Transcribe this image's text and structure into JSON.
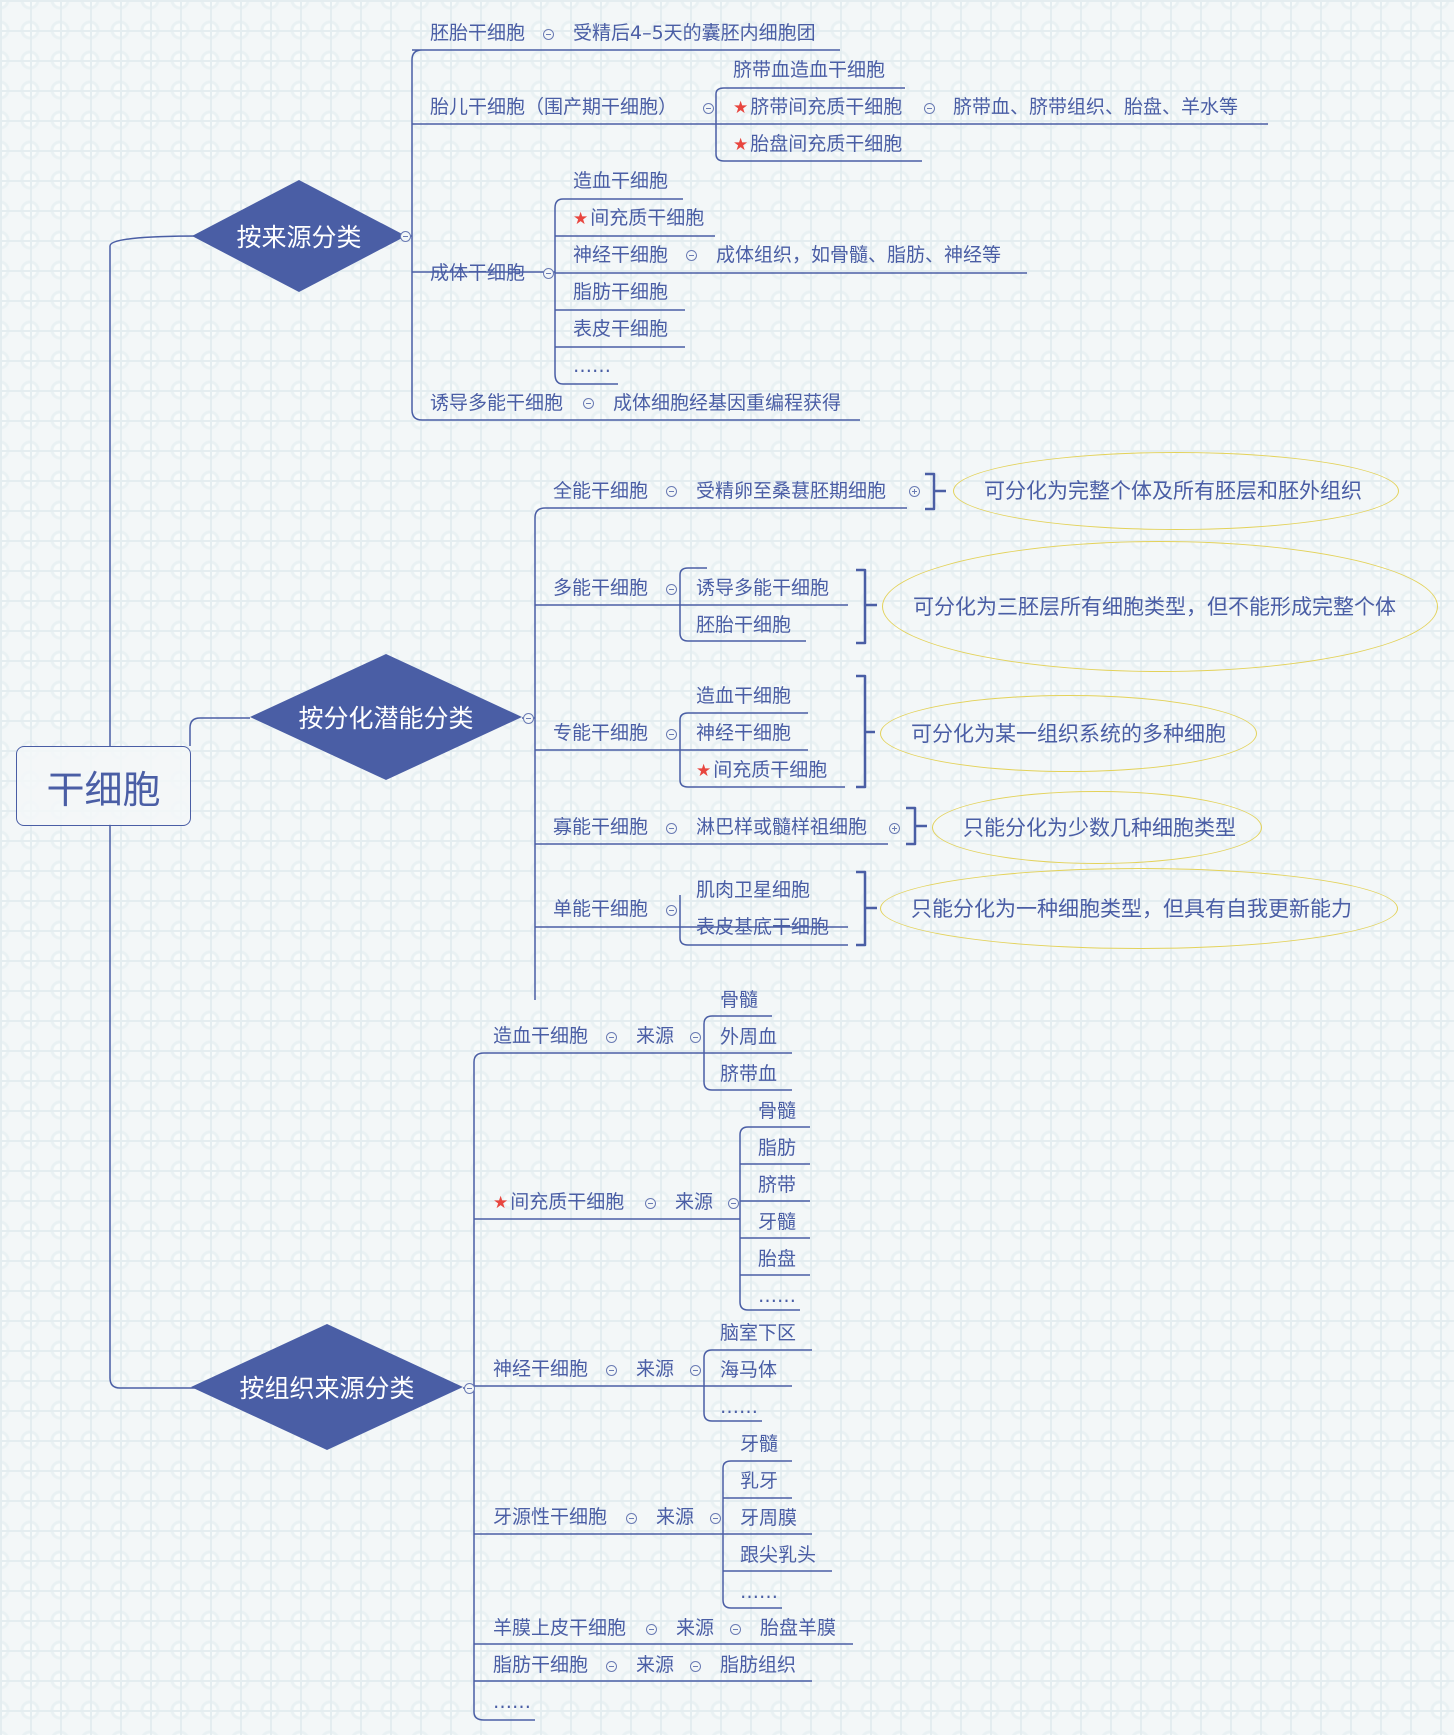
{
  "root": {
    "label": "干细胞"
  },
  "branches": {
    "source": {
      "label": "按来源分类",
      "embryonic": {
        "label": "胚胎干细胞",
        "detail": "受精后4–5天的囊胚内细胞团"
      },
      "fetal": {
        "label": "胎儿干细胞（围产期干细胞）",
        "children": [
          {
            "label": "脐带血造血干细胞",
            "starred": false
          },
          {
            "label": "脐带间充质干细胞",
            "starred": true,
            "detail": "脐带血、脐带组织、胎盘、羊水等"
          },
          {
            "label": "胎盘间充质干细胞",
            "starred": true
          }
        ]
      },
      "adult": {
        "label": "成体干细胞",
        "children": [
          {
            "label": "造血干细胞"
          },
          {
            "label": "间充质干细胞",
            "starred": true
          },
          {
            "label": "神经干细胞",
            "detail": "成体组织，如骨髓、脂肪、神经等"
          },
          {
            "label": "脂肪干细胞"
          },
          {
            "label": "表皮干细胞"
          },
          {
            "label": "……"
          }
        ]
      },
      "ipsc": {
        "label": "诱导多能干细胞",
        "detail": "成体细胞经基因重编程获得"
      }
    },
    "potency": {
      "label": "按分化潜能分类",
      "items": [
        {
          "label": "全能干细胞",
          "children": [
            "受精卵至桑葚胚期细胞"
          ],
          "note": "可分化为完整个体及所有胚层和胚外组织"
        },
        {
          "label": "多能干细胞",
          "children": [
            "诱导多能干细胞",
            "胚胎干细胞"
          ],
          "note": "可分化为三胚层所有细胞类型，但不能形成完整个体"
        },
        {
          "label": "专能干细胞",
          "children": [
            "造血干细胞",
            "神经干细胞",
            "间充质干细胞"
          ],
          "starred_child": 2,
          "note": "可分化为某一组织系统的多种细胞"
        },
        {
          "label": "寡能干细胞",
          "children": [
            "淋巴样或髓样祖细胞"
          ],
          "note": "只能分化为少数几种细胞类型"
        },
        {
          "label": "单能干细胞",
          "children": [
            "肌肉卫星细胞",
            "表皮基底干细胞"
          ],
          "note": "只能分化为一种细胞类型，但具有自我更新能力"
        }
      ]
    },
    "tissue": {
      "label": "按组织来源分类",
      "source_label": "来源",
      "items": [
        {
          "label": "造血干细胞",
          "sources": [
            "骨髓",
            "外周血",
            "脐带血"
          ]
        },
        {
          "label": "间充质干细胞",
          "starred": true,
          "sources": [
            "骨髓",
            "脂肪",
            "脐带",
            "牙髓",
            "胎盘",
            "……"
          ]
        },
        {
          "label": "神经干细胞",
          "sources": [
            "脑室下区",
            "海马体",
            "……"
          ]
        },
        {
          "label": "牙源性干细胞",
          "sources": [
            "牙髓",
            "乳牙",
            "牙周膜",
            "跟尖乳头",
            "……"
          ]
        },
        {
          "label": "羊膜上皮干细胞",
          "sources": [
            "胎盘羊膜"
          ]
        },
        {
          "label": "脂肪干细胞",
          "sources": [
            "脂肪组织"
          ]
        },
        {
          "label": "……"
        }
      ]
    }
  },
  "icons": {
    "star": "★",
    "collapse": "collapse-toggle-icon",
    "expand": "expand-toggle-icon"
  },
  "colors": {
    "primary": "#4a5ea5",
    "star": "#e8463f",
    "note_border": "#e3d25a",
    "background": "#f3f7f8"
  }
}
